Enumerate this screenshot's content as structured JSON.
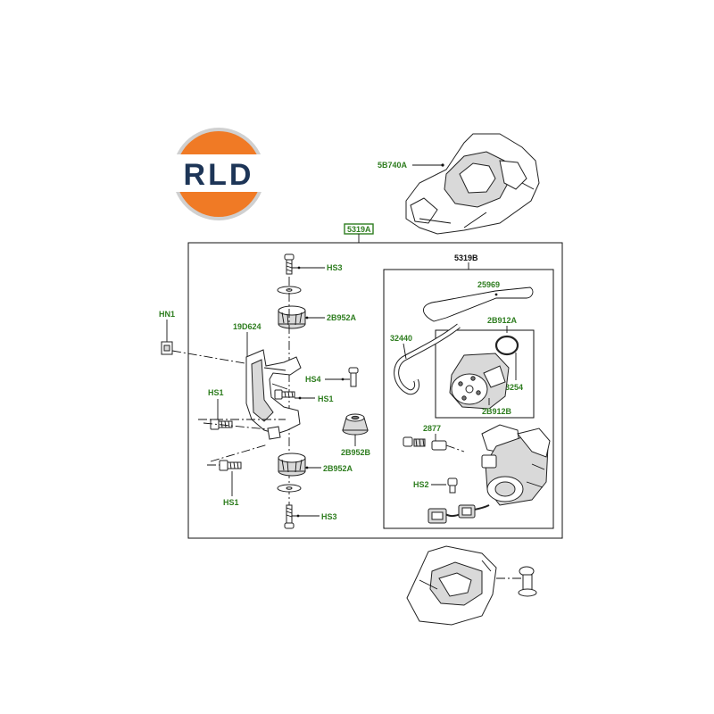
{
  "logo": {
    "text": "RLD",
    "colors": {
      "ring": "#d0d0d0",
      "orange": "#f07a25",
      "navy": "#1d3557"
    }
  },
  "labels": {
    "top_cover": "5B740A",
    "main_assembly": "5319A",
    "sub_assembly": "5319B",
    "hn1": "HN1",
    "bracket": "19D624",
    "hs3_top": "HS3",
    "mount_top": "2B952A",
    "hs4": "HS4",
    "hs1_mid": "HS1",
    "hs1_left": "HS1",
    "hs1_bottom": "HS1",
    "mount_b": "2B952B",
    "mount_bottom": "2B952A",
    "hs3_bottom": "HS3",
    "lanyard": "25969",
    "hose": "32440",
    "seal_kit": "2B912A",
    "o_ring": "3254",
    "pump_head": "2B912B",
    "valve": "2877",
    "hs2": "HS2"
  },
  "colors": {
    "label_green": "#2e7d1f",
    "line": "#111111",
    "highlight_box": "#2e7d1f"
  }
}
